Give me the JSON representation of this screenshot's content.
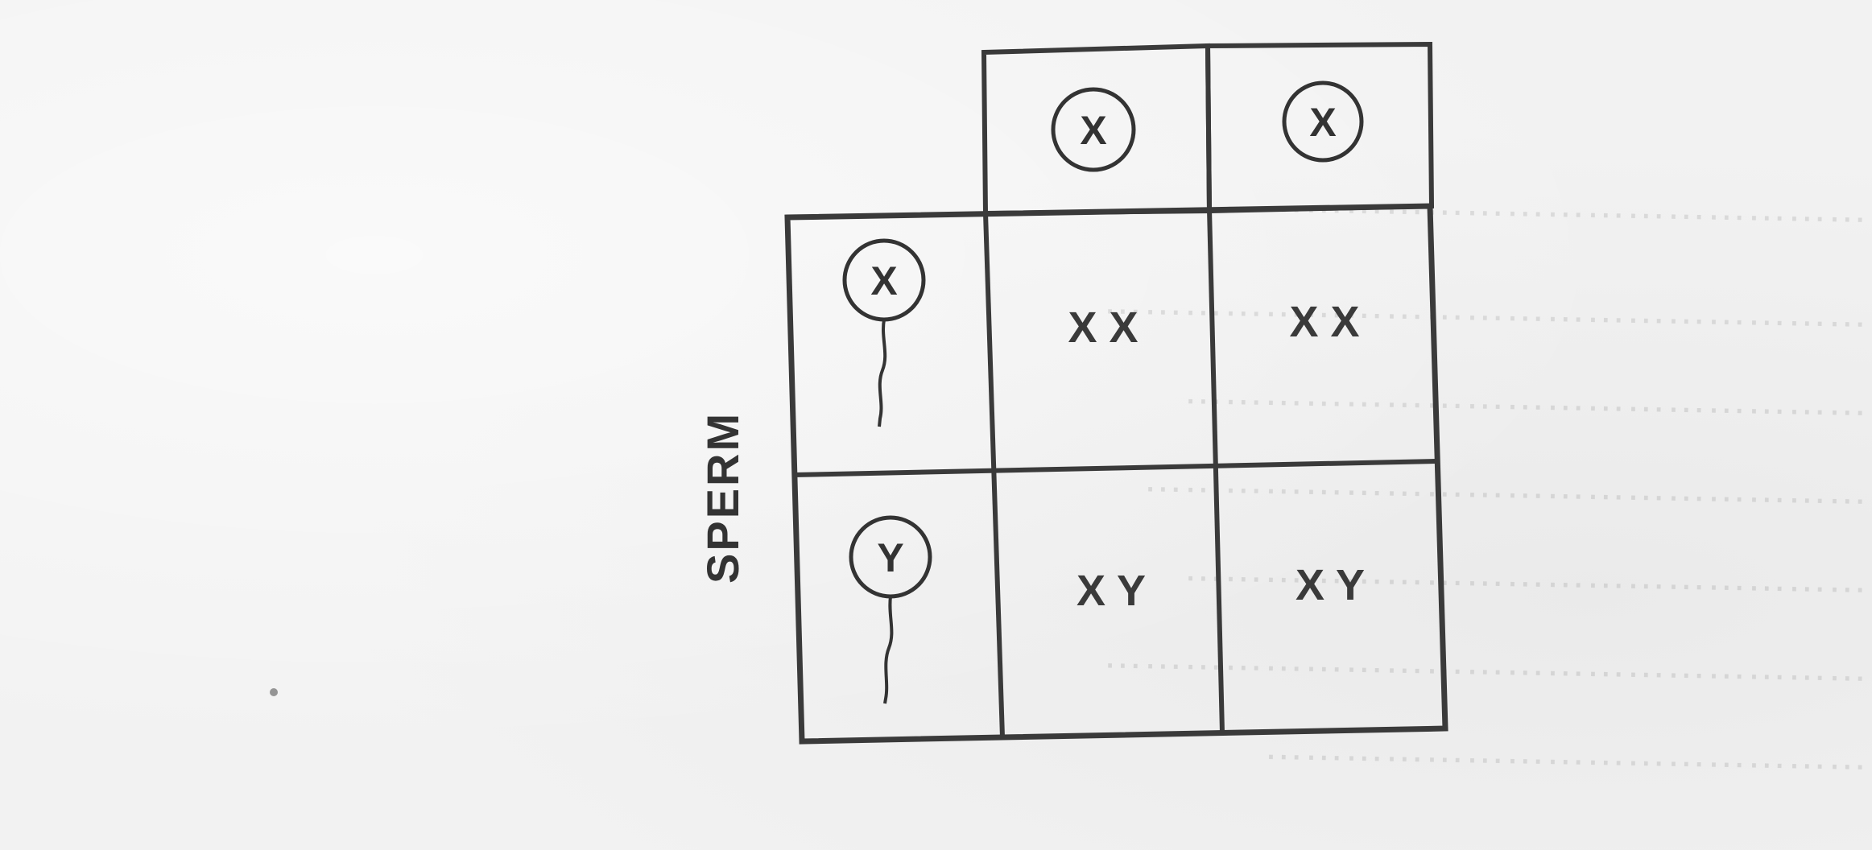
{
  "side_label": "SPERM",
  "egg_alleles": [
    "X",
    "X"
  ],
  "sperm_alleles": [
    "X",
    "Y"
  ],
  "offspring": [
    [
      "X X",
      "X X"
    ],
    [
      "X Y",
      "X Y"
    ]
  ],
  "colors": {
    "ink": "#333333",
    "paper": "#f2f2f2"
  }
}
